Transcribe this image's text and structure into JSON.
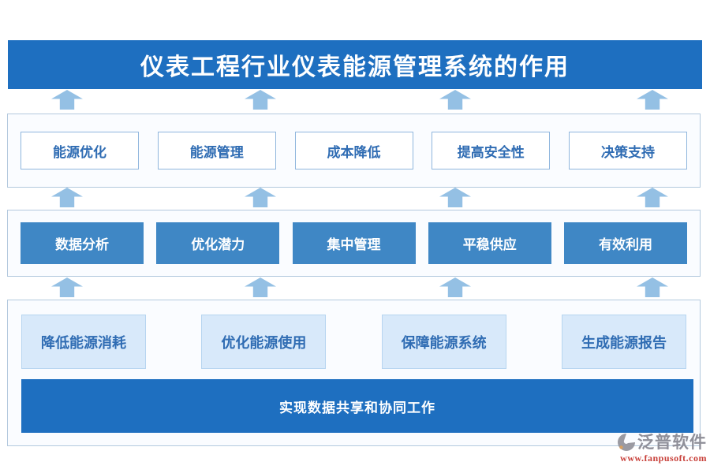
{
  "page": {
    "title": "仪表工程行业仪表能源管理系统的作用"
  },
  "tier1": {
    "items": [
      "能源优化",
      "能源管理",
      "成本降低",
      "提高安全性",
      "决策支持"
    ]
  },
  "tier2": {
    "items": [
      "数据分析",
      "优化潜力",
      "集中管理",
      "平稳供应",
      "有效利用"
    ]
  },
  "tier3": {
    "items": [
      "降低能源消耗",
      "优化能源使用",
      "保障能源系统",
      "生成能源报告"
    ]
  },
  "foundation": {
    "label": "实现数据共享和协同工作"
  },
  "brand": {
    "name": "泛普软件",
    "website": "www.fanpusoft.com"
  },
  "icons": {
    "up_arrow": "block-arrow-up",
    "brand_logo": "fanpu-swoosh"
  },
  "colors": {
    "primary_blue": "#1e6fc0",
    "mid_blue": "#3f87c5",
    "light_blue_fill": "#d8e9fa",
    "arrow_blue": "#94c0e4",
    "container_bg": "#fafcff",
    "container_border": "#b3c9de",
    "text_blue": "#2f6cb3",
    "brand_gray": "#8f8f99",
    "brand_red": "#c8403a"
  }
}
